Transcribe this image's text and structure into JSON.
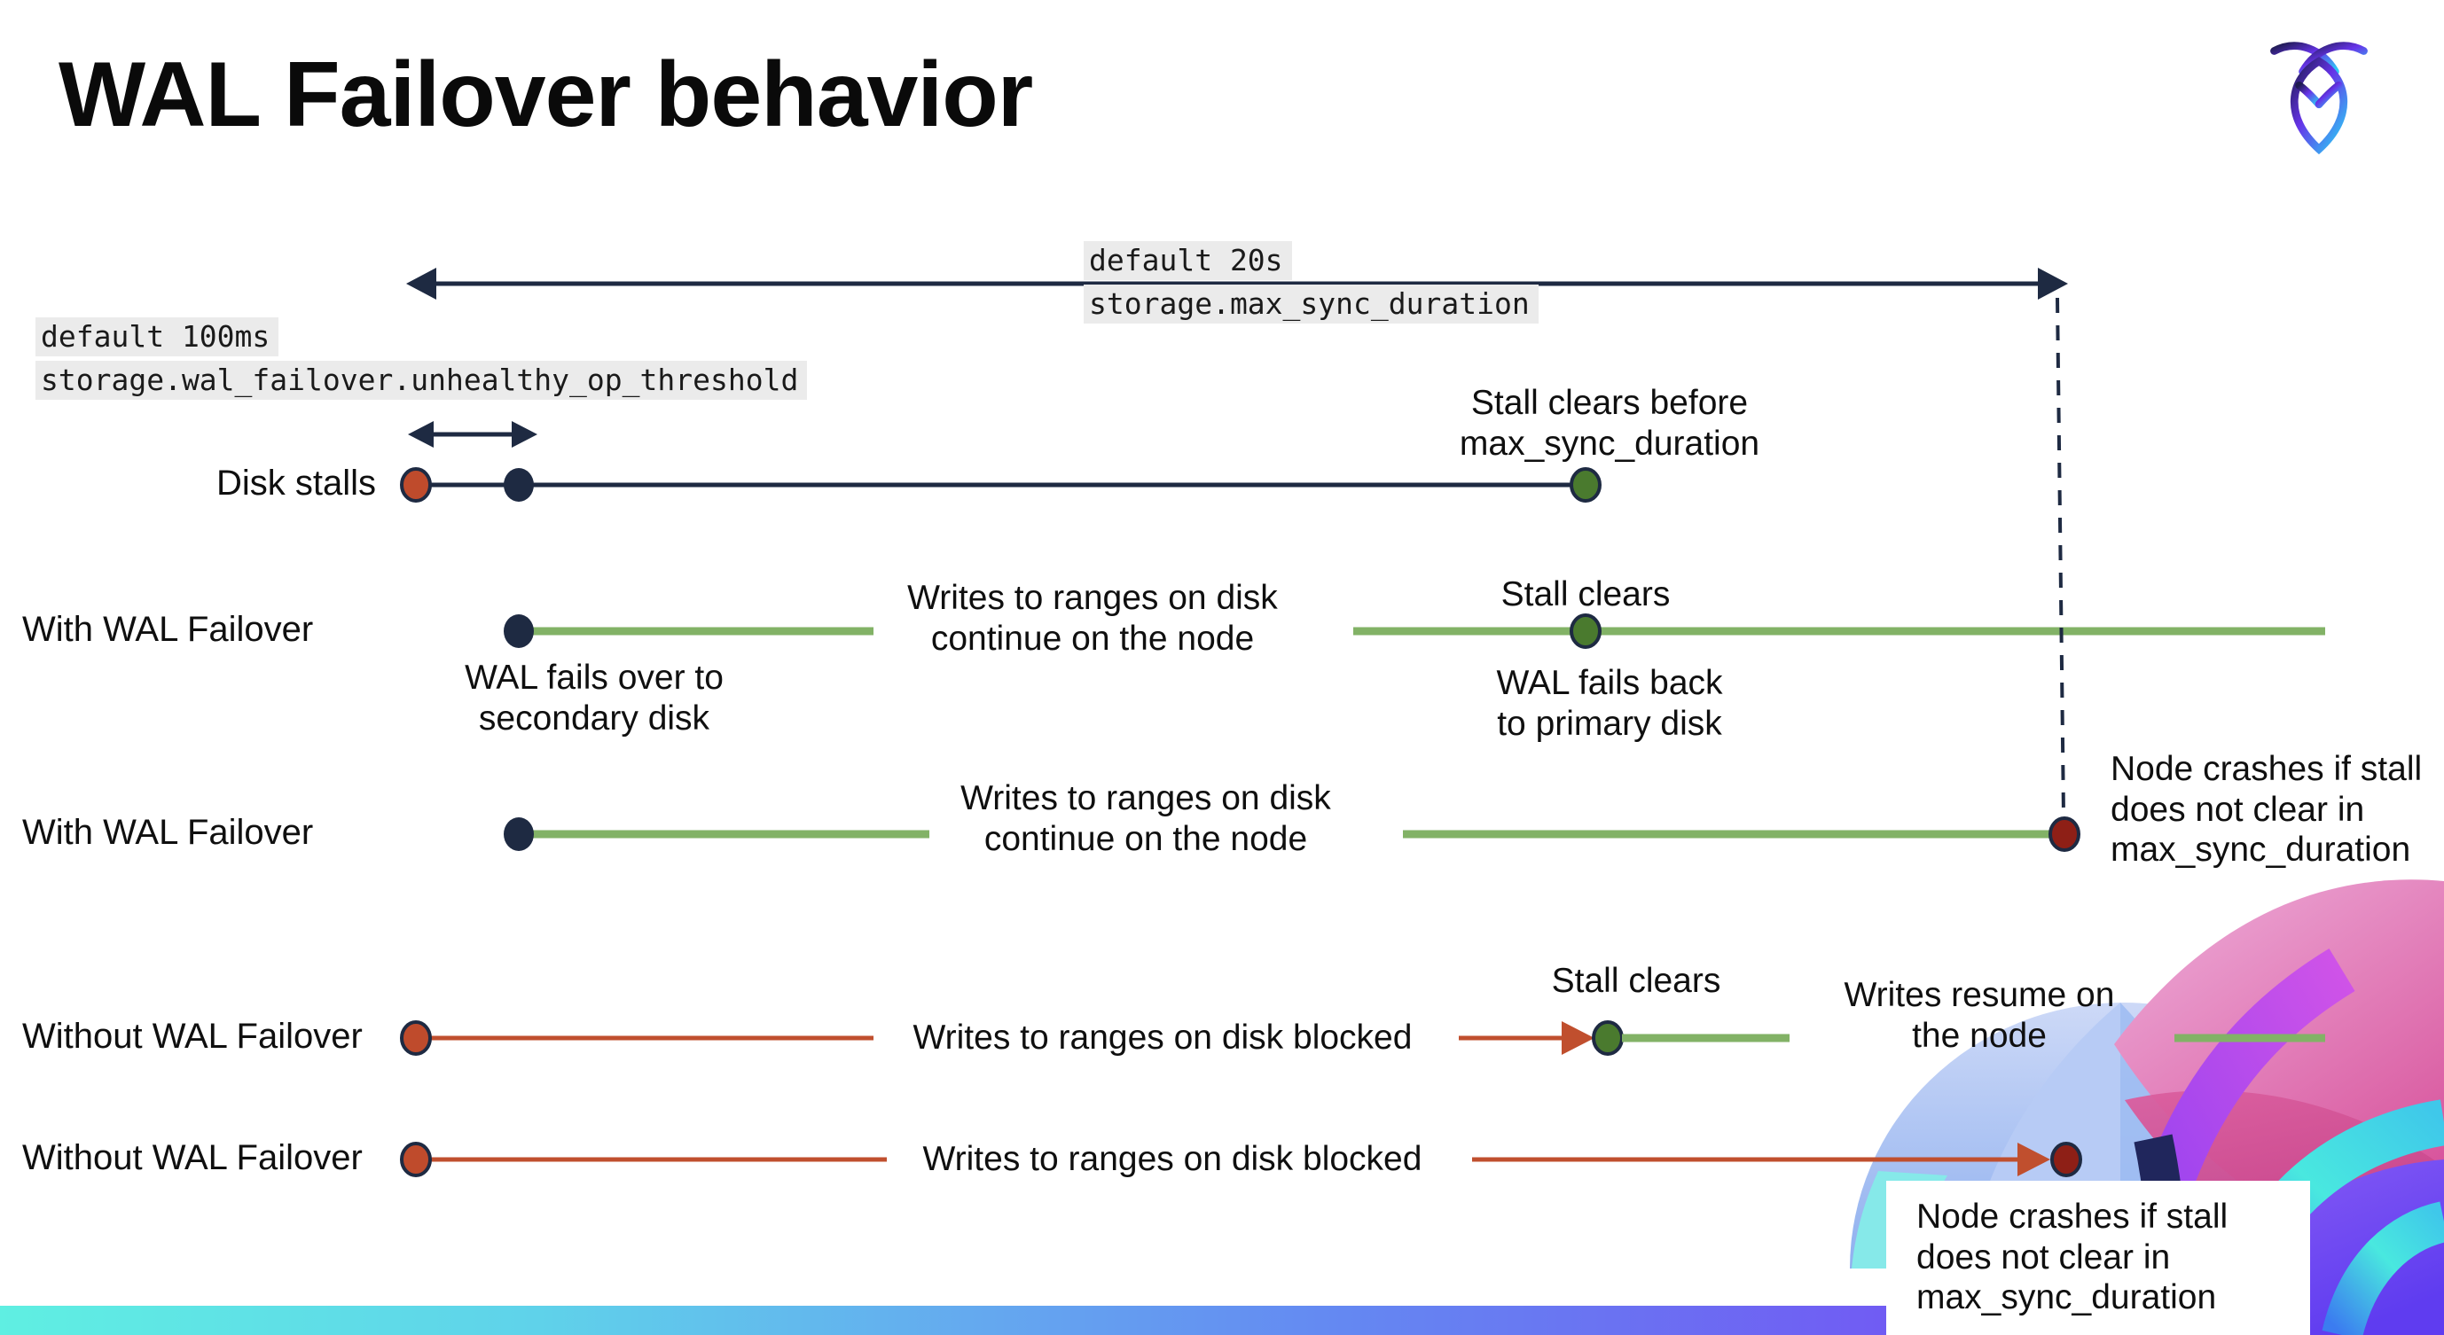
{
  "title": "WAL Failover behavior",
  "logo": {
    "name": "cockroach-logo"
  },
  "config_labels": {
    "max_sync_duration": {
      "default": "default 20s",
      "setting": "storage.max_sync_duration"
    },
    "unhealthy_op_threshold": {
      "default": "default 100ms",
      "setting": "storage.wal_failover.unhealthy_op_threshold"
    }
  },
  "rows": [
    {
      "label": "Disk stalls"
    },
    {
      "label": "With WAL Failover"
    },
    {
      "label": "With WAL Failover"
    },
    {
      "label": "Without WAL Failover"
    },
    {
      "label": "Without WAL Failover"
    }
  ],
  "annotations": {
    "stall_clears_before": "Stall clears before\nmax_sync_duration",
    "stall_clears": "Stall clears",
    "writes_continue": "Writes to ranges on disk\ncontinue on the node",
    "writes_blocked": "Writes to ranges on disk  blocked",
    "writes_resume": "Writes resume on\nthe node",
    "wal_fails_over": "WAL fails over to\nsecondary disk",
    "wal_fails_back": "WAL fails  back\nto primary disk",
    "node_crashes": "Node crashes if stall\ndoes not clear in\nmax_sync_duration"
  },
  "colors": {
    "navy": "#1e2a42",
    "green_line": "#82b266",
    "green_dot": "#4a7a2e",
    "red_line": "#c04f2e",
    "red_dot": "#bf4b2c",
    "dark_red_dot": "#8e1f16",
    "label_bg": "#ebebeb",
    "bar_left": "#5fefe2",
    "bar_right": "#7f4ff0"
  }
}
